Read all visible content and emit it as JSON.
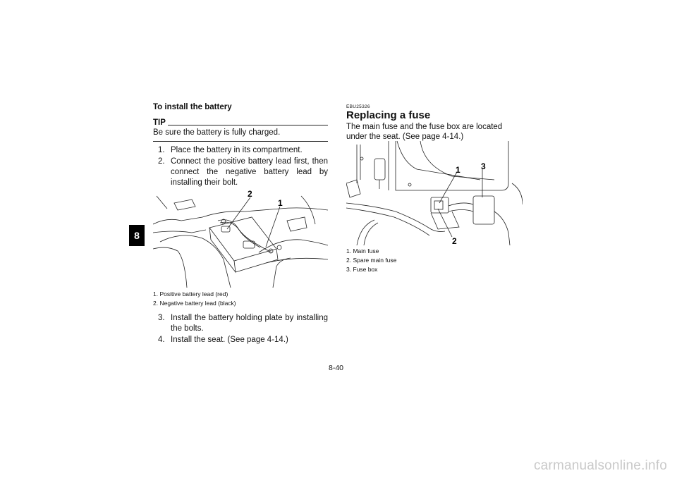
{
  "chapter_tab": "8",
  "left": {
    "subheading": "To install the battery",
    "tip_label": "TIP",
    "tip_text": "Be sure the battery is fully charged.",
    "steps_a": [
      {
        "num": "1.",
        "text": "Place the battery in its compartment."
      },
      {
        "num": "2.",
        "text": "Connect the positive battery lead first, then connect the negative battery lead by installing their bolt."
      }
    ],
    "figure_callouts": [
      "2",
      "1"
    ],
    "captions": [
      "1. Positive battery lead (red)",
      "2. Negative battery lead (black)"
    ],
    "steps_b": [
      {
        "num": "3.",
        "text": "Install the battery holding plate by installing the bolts."
      },
      {
        "num": "4.",
        "text": "Install the seat. (See page 4-14.)"
      }
    ]
  },
  "right": {
    "code": "EBU25326",
    "heading": "Replacing a fuse",
    "intro": "The main fuse and the fuse box are located under the seat. (See page 4-14.)",
    "figure_callouts": [
      "1",
      "3",
      "2"
    ],
    "captions": [
      "1. Main fuse",
      "2. Spare main fuse",
      "3. Fuse box"
    ]
  },
  "page_number": "8-40",
  "watermark": "carmanualsonline.info"
}
